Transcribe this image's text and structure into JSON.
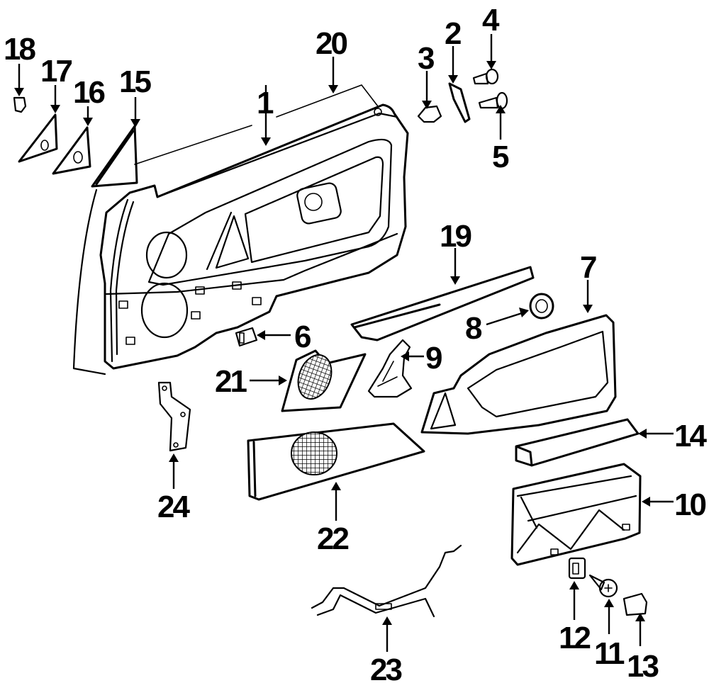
{
  "diagram": {
    "title": "Door trim panel components - exploded view",
    "background_color": "#ffffff",
    "line_color": "#000000",
    "callouts": [
      {
        "id": "1",
        "label": "1"
      },
      {
        "id": "2",
        "label": "2"
      },
      {
        "id": "3",
        "label": "3"
      },
      {
        "id": "4",
        "label": "4"
      },
      {
        "id": "5",
        "label": "5"
      },
      {
        "id": "6",
        "label": "6"
      },
      {
        "id": "7",
        "label": "7"
      },
      {
        "id": "8",
        "label": "8"
      },
      {
        "id": "9",
        "label": "9"
      },
      {
        "id": "10",
        "label": "10"
      },
      {
        "id": "11",
        "label": "11"
      },
      {
        "id": "12",
        "label": "12"
      },
      {
        "id": "13",
        "label": "13"
      },
      {
        "id": "14",
        "label": "14"
      },
      {
        "id": "15",
        "label": "15"
      },
      {
        "id": "16",
        "label": "16"
      },
      {
        "id": "17",
        "label": "17"
      },
      {
        "id": "18",
        "label": "18"
      },
      {
        "id": "19",
        "label": "19"
      },
      {
        "id": "20",
        "label": "20"
      },
      {
        "id": "21",
        "label": "21"
      },
      {
        "id": "22",
        "label": "22"
      },
      {
        "id": "23",
        "label": "23"
      },
      {
        "id": "24",
        "label": "24"
      }
    ]
  }
}
